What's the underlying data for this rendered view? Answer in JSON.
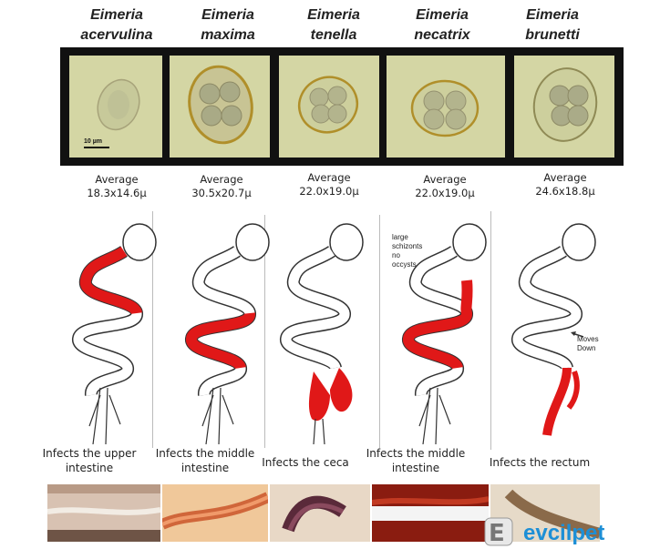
{
  "columns": [
    {
      "species_line1": "Eimeria",
      "species_line2": "acervulina",
      "avg_label": "Average",
      "avg_size": "18.3x14.6µ",
      "infects_line1": "Infects the upper",
      "infects_line2": "intestine"
    },
    {
      "species_line1": "Eimeria",
      "species_line2": "maxima",
      "avg_label": "Average",
      "avg_size": "30.5x20.7µ",
      "infects_line1": "Infects the middle",
      "infects_line2": "intestine"
    },
    {
      "species_line1": "Eimeria",
      "species_line2": "tenella",
      "avg_label": "Average",
      "avg_size": "22.0x19.0µ",
      "infects_line1": "Infects the ceca",
      "infects_line2": ""
    },
    {
      "species_line1": "Eimeria",
      "species_line2": "necatrix",
      "avg_label": "Average",
      "avg_size": "22.0x19.0µ",
      "infects_line1": "Infects the middle",
      "infects_line2": "intestine"
    },
    {
      "species_line1": "Eimeria",
      "species_line2": "brunetti",
      "avg_label": "Average",
      "avg_size": "24.6x18.8µ",
      "infects_line1": "Infects the rectum",
      "infects_line2": ""
    }
  ],
  "scale_bar_label": "10 µm",
  "necatrix_note": [
    "large",
    "schizonts",
    "no",
    "occysts"
  ],
  "brunetti_note": [
    "Moves",
    "Down"
  ],
  "watermark": "evcilpet",
  "colors": {
    "lesion_red": "#e01818",
    "micro_bg": "#d4d6a4",
    "strip_black": "#111111",
    "logo_blue": "#1d8fd6"
  }
}
